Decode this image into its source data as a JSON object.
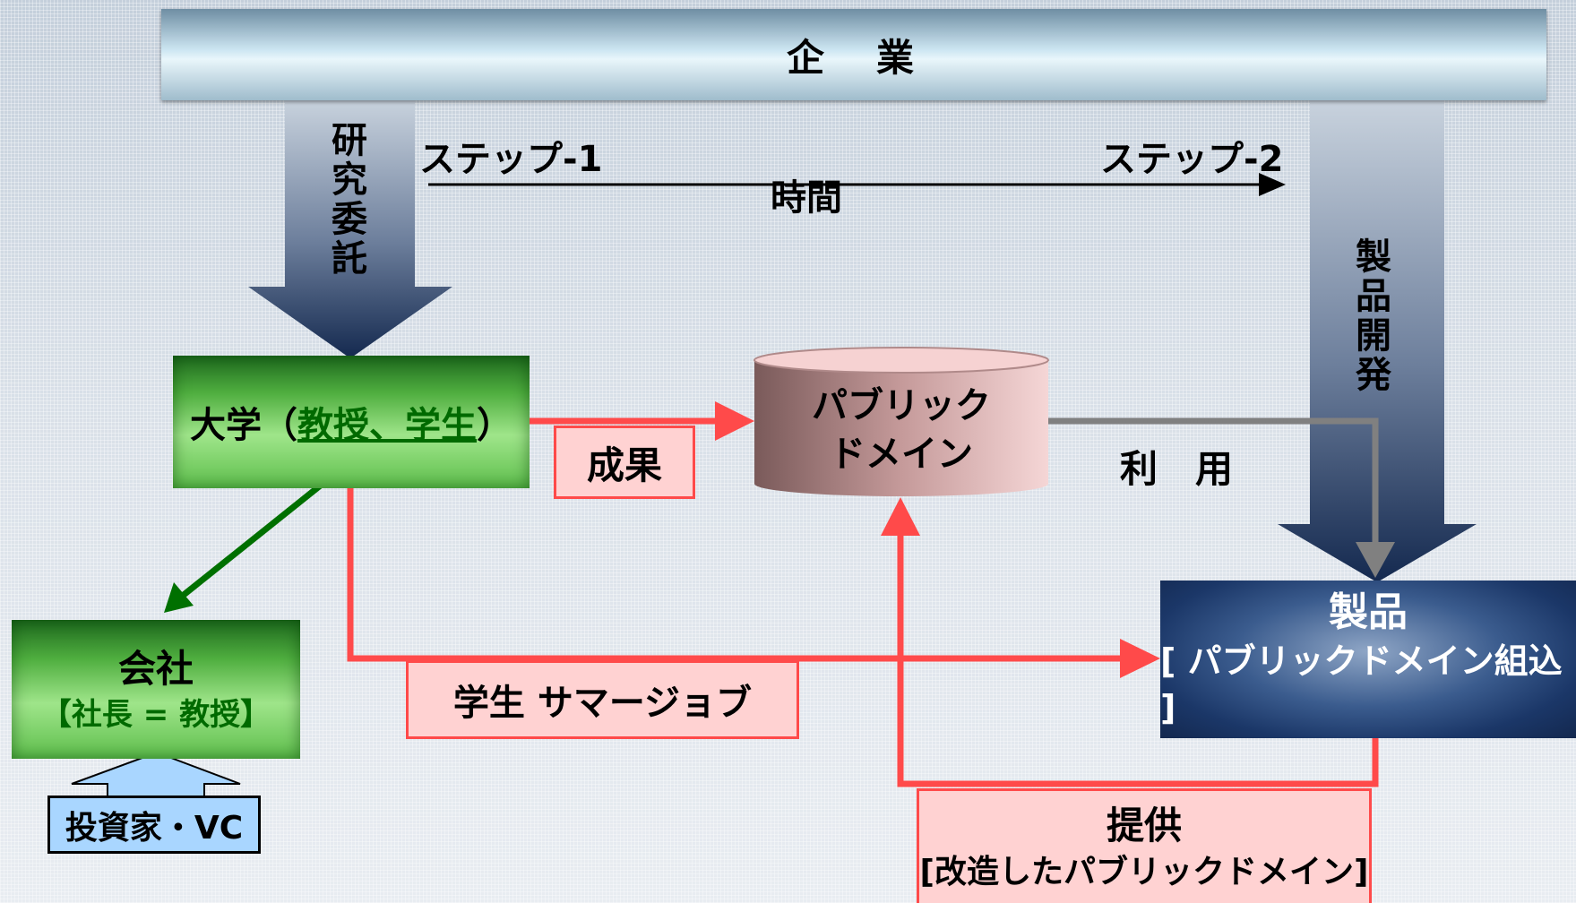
{
  "header": {
    "title": "企　業"
  },
  "left_arrow": {
    "label": "研究委託"
  },
  "right_arrow": {
    "label": "製品開発"
  },
  "timeline": {
    "step1": "ステップ-1",
    "step2": "ステップ-2",
    "axis_label": "時間"
  },
  "university": {
    "prefix": "大学（",
    "members": "教授、学生",
    "suffix": "）"
  },
  "result_label": "成果",
  "public_domain": {
    "line1": "パブリック",
    "line2": "ドメイン"
  },
  "use_label": "利　用",
  "company": {
    "title": "会社",
    "subtitle": "【社長 = 教授】"
  },
  "investor": {
    "label": "投資家・VC"
  },
  "summer_job": {
    "label": "学生 サマージョブ"
  },
  "product": {
    "title": "製品",
    "subtitle": "[ パブリックドメイン組込 ]"
  },
  "provide": {
    "title": "提供",
    "subtitle": "[改造したパブリックドメイン]"
  },
  "colors": {
    "flow_red": "#ff4a4a",
    "flow_green": "#007000",
    "flow_gray": "#808080",
    "product_navy": "#1b3768",
    "investor_blue": "#a9d6ff"
  }
}
